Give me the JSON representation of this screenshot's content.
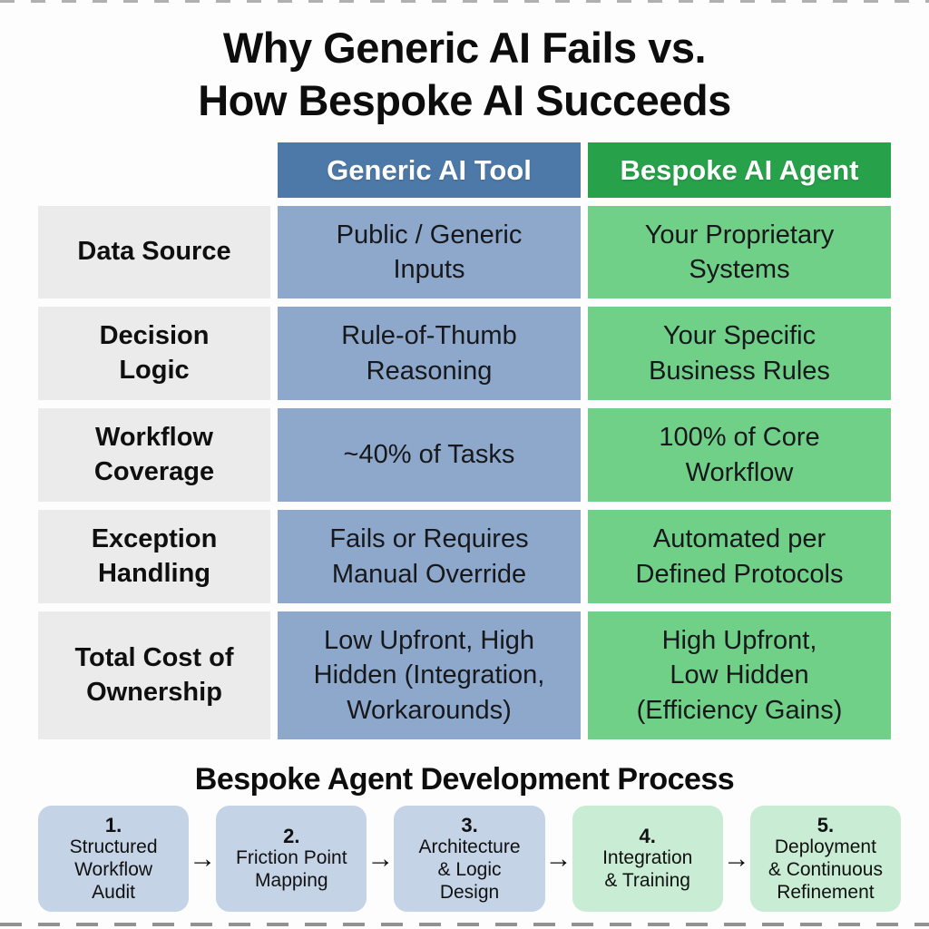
{
  "header": {
    "title_line1": "Why Generic AI Fails vs.",
    "title_line2": "How Bespoke AI Succeeds"
  },
  "table": {
    "columns": [
      {
        "label": "Generic AI Tool"
      },
      {
        "label": "Bespoke AI Agent"
      }
    ],
    "rows": [
      {
        "label": "Data Source",
        "generic": "Public / Generic\nInputs",
        "bespoke": "Your Proprietary\nSystems"
      },
      {
        "label": "Decision\nLogic",
        "generic": "Rule-of-Thumb\nReasoning",
        "bespoke": "Your Specific\nBusiness Rules"
      },
      {
        "label": "Workflow\nCoverage",
        "generic": "~40% of Tasks",
        "bespoke": "100% of Core\nWorkflow"
      },
      {
        "label": "Exception\nHandling",
        "generic": "Fails or Requires\nManual Override",
        "bespoke": "Automated per\nDefined Protocols"
      },
      {
        "label": "Total Cost of\nOwnership",
        "generic": "Low Upfront, High\nHidden (Integration,\nWorkarounds)",
        "bespoke": "High Upfront,\nLow Hidden\n(Efficiency Gains)"
      }
    ]
  },
  "process": {
    "title": "Bespoke Agent Development Process",
    "arrow": "→",
    "steps": [
      {
        "number": "1.",
        "label": "Structured\nWorkflow\nAudit"
      },
      {
        "number": "2.",
        "label": "Friction Point\nMapping"
      },
      {
        "number": "3.",
        "label": "Architecture\n& Logic\nDesign"
      },
      {
        "number": "4.",
        "label": "Integration\n& Training"
      },
      {
        "number": "5.",
        "label": "Deployment\n& Continuous\nRefinement"
      }
    ]
  },
  "colors": {
    "header-blue": "#4d79a8",
    "header-green": "#27a24a",
    "cell-blue": "#8da8ca",
    "cell-green": "#71d088",
    "label-gray": "#ebebeb",
    "step-blue": "#c4d3e6",
    "step-green": "#c9ecd4",
    "text-dark": "#111111",
    "background": "#fdfdfd"
  }
}
